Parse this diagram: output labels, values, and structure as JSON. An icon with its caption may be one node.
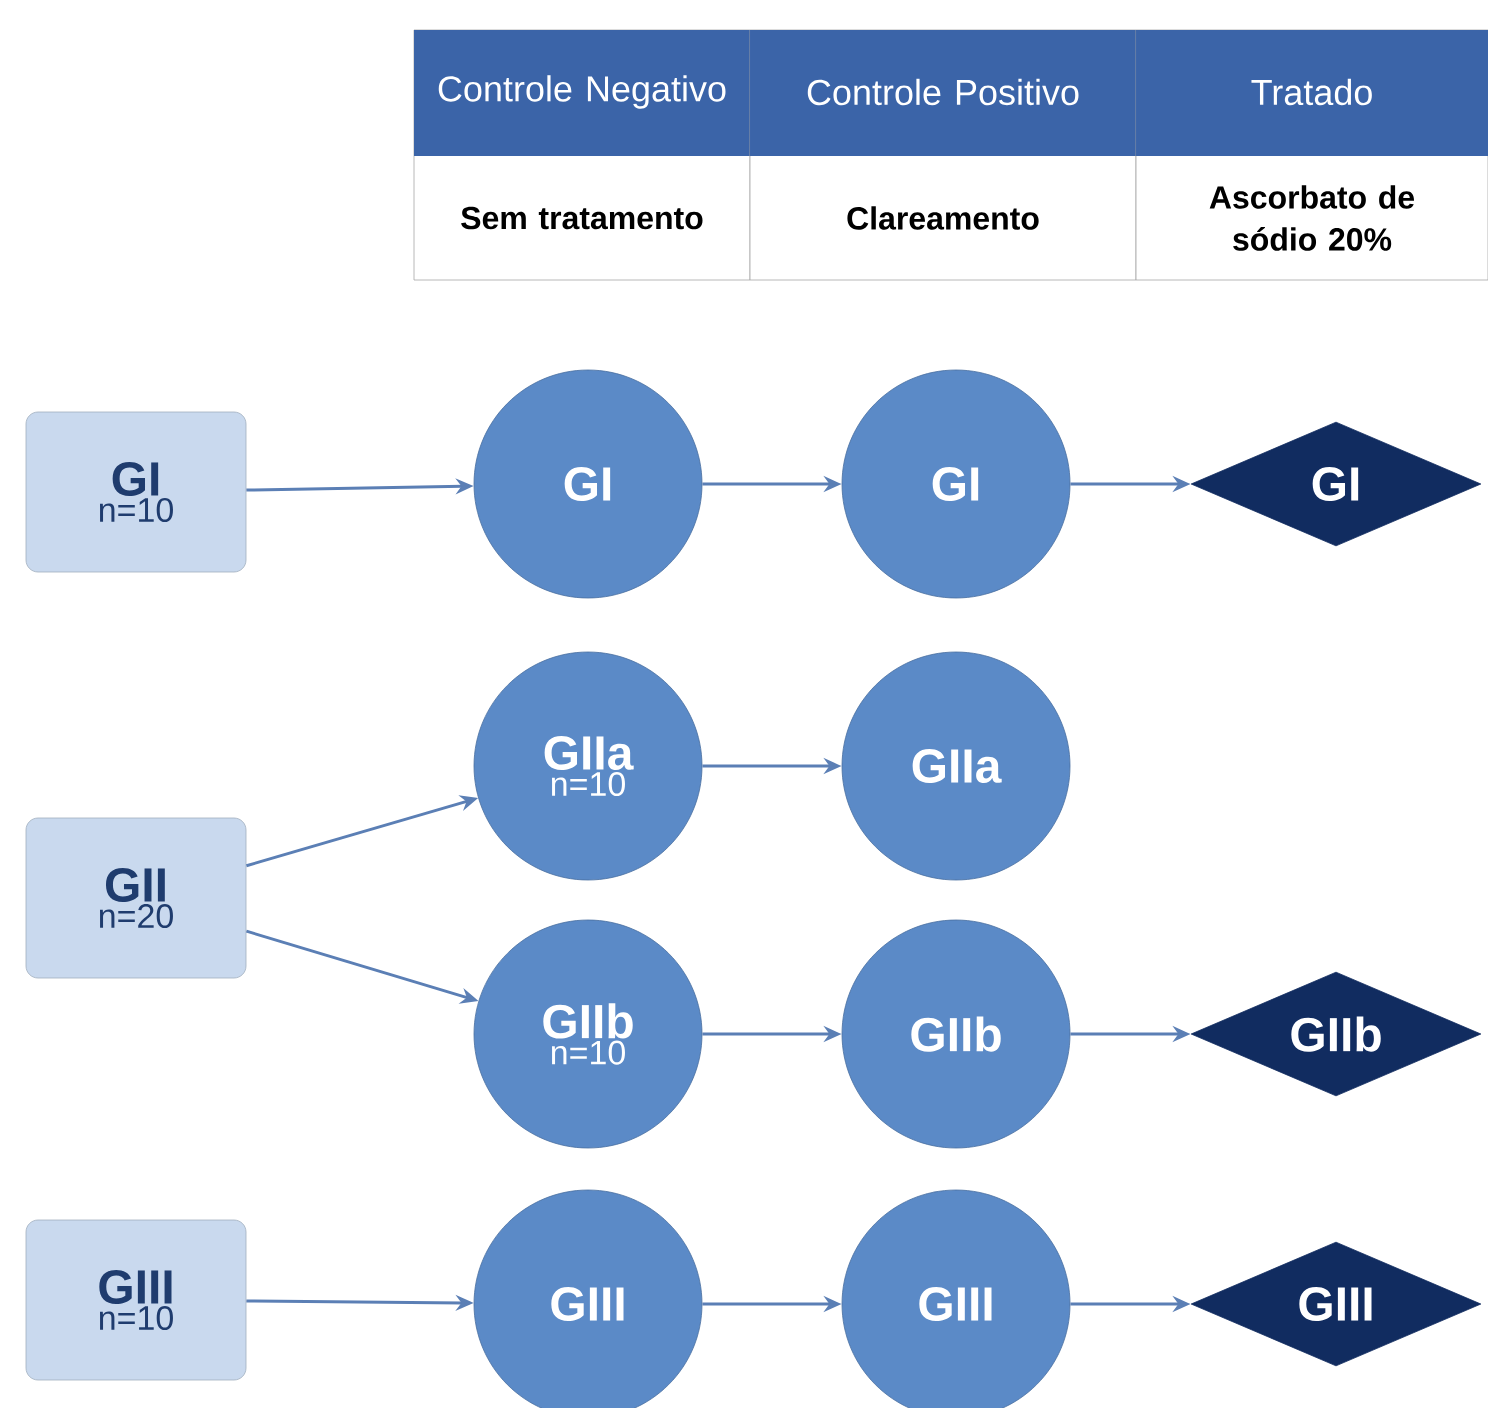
{
  "diagram": {
    "nodes": [
      {
        "text": [
          "Controle Negativo",
          "Sem tratamento"
        ]
      },
      {
        "text": [
          "Controle Positivo",
          "Clareamento"
        ]
      },
      {
        "text": [
          "Tratado",
          "Ascorbato de sódio 20%"
        ]
      },
      {
        "text": [
          "GI",
          "n=10"
        ]
      },
      {
        "text": [
          "GI"
        ]
      },
      {
        "text": [
          "GI"
        ]
      },
      {
        "text": [
          "GI"
        ]
      },
      {
        "text": [
          "GII",
          "n=20"
        ]
      },
      {
        "text": [
          "GIIa",
          "n=10"
        ]
      },
      {
        "text": [
          "GIIa"
        ]
      },
      {
        "text": [
          "GIIb",
          "n=10"
        ]
      },
      {
        "text": [
          "GIIb"
        ]
      },
      {
        "text": [
          "GIIb"
        ]
      },
      {
        "text": [
          "GIII",
          "n=10"
        ]
      },
      {
        "text": [
          "GIII"
        ]
      },
      {
        "text": [
          "GIII"
        ]
      },
      {
        "text": [
          "GIII"
        ]
      }
    ],
    "edges": [
      {
        "from": 3,
        "to": 4,
        "arrow": "to"
      },
      {
        "from": 4,
        "to": 5,
        "arrow": "to"
      },
      {
        "from": 5,
        "to": 6,
        "arrow": "to"
      },
      {
        "from": 7,
        "to": 8,
        "arrow": "to"
      },
      {
        "from": 7,
        "to": 10,
        "arrow": "to"
      },
      {
        "from": 8,
        "to": 9,
        "arrow": "to"
      },
      {
        "from": 10,
        "to": 11,
        "arrow": "to"
      },
      {
        "from": 11,
        "to": 12,
        "arrow": "to"
      },
      {
        "from": 13,
        "to": 14,
        "arrow": "to"
      },
      {
        "from": 14,
        "to": 15,
        "arrow": "to"
      },
      {
        "from": 15,
        "to": 16,
        "arrow": "to"
      }
    ]
  }
}
